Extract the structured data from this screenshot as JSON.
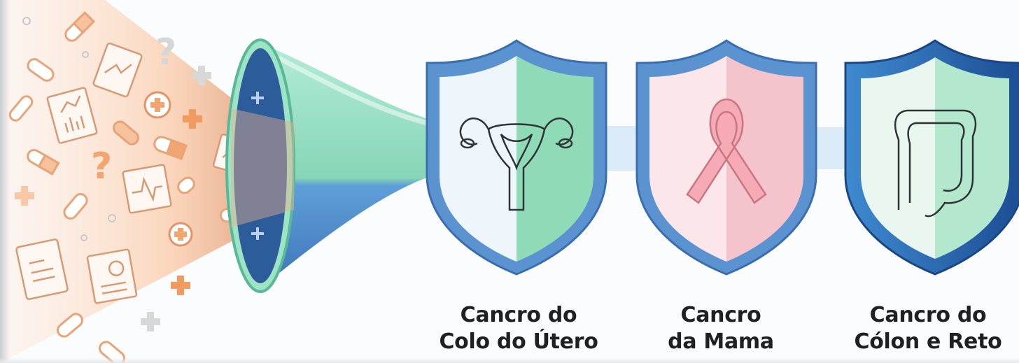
{
  "screenings": [
    {
      "line1": "Cancro do",
      "line2": "Colo do Útero",
      "icon": "uterus-icon"
    },
    {
      "line1": "Cancro",
      "line2": "da Mama",
      "icon": "pink-ribbon-icon"
    },
    {
      "line1": "Cancro do",
      "line2": "Cólon e Reto",
      "icon": "colon-icon"
    }
  ],
  "colors": {
    "shield_blue": "#4f86c6",
    "shield_dark": "#2a5e9e",
    "mint": "#9fe0c2",
    "pink": "#f3b9c2",
    "orange": "#f2a06b"
  }
}
